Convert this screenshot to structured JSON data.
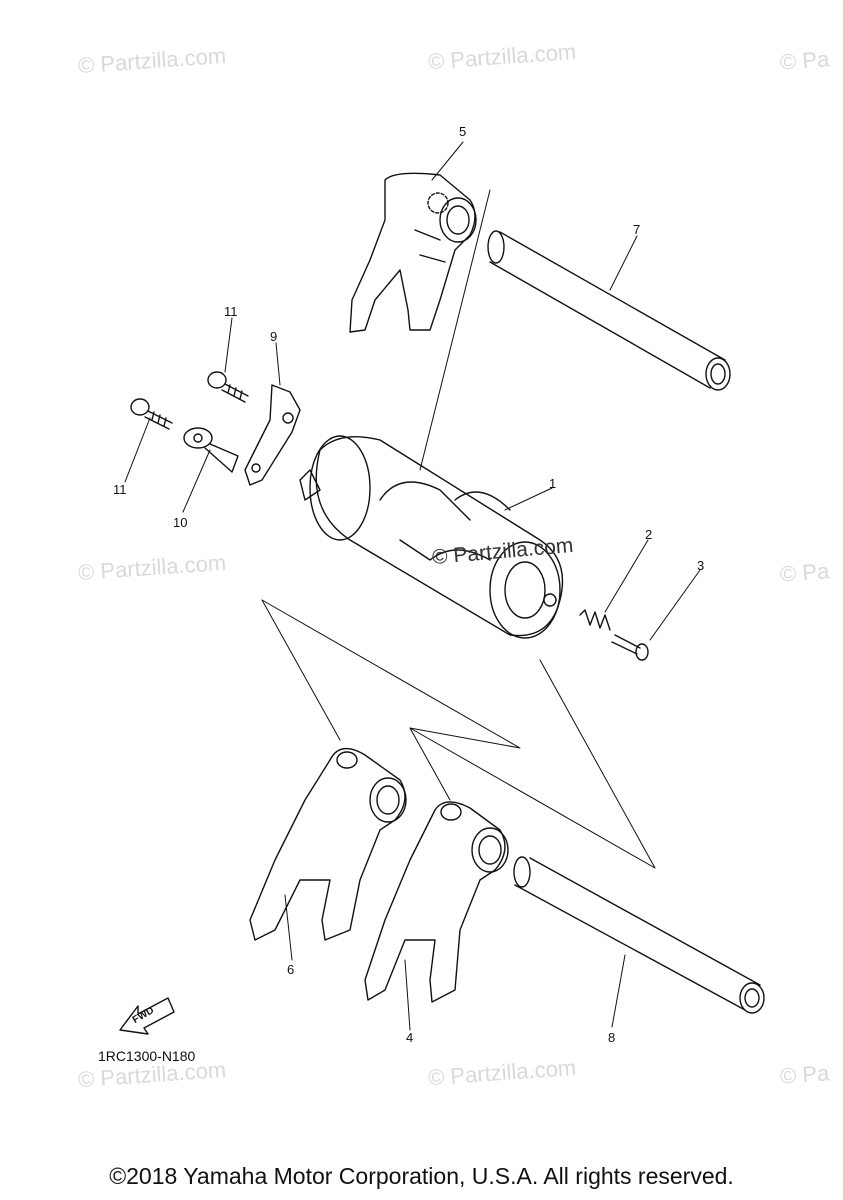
{
  "watermarks": [
    "© Partzilla.com",
    "© Partzilla.com",
    "© Pa",
    "© Partzilla.com",
    "© Pa",
    "© Partzilla.com",
    "© Partzilla.com",
    "© Pa"
  ],
  "watermark_center": "© Partzilla.com",
  "callouts": [
    "1",
    "2",
    "3",
    "4",
    "5",
    "6",
    "7",
    "8",
    "9",
    "10",
    "11",
    "11"
  ],
  "diagram_code": "1RC1300-N180",
  "fwd_label": "FWD",
  "copyright": "©2018 Yamaha Motor Corporation, U.S.A. All rights reserved."
}
